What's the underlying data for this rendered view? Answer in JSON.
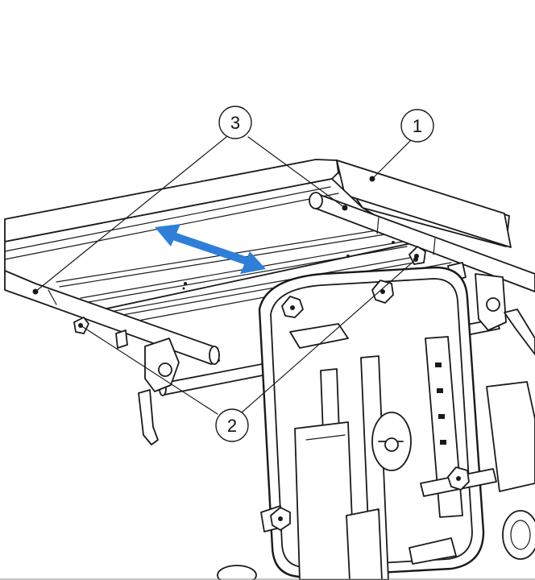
{
  "callouts": [
    {
      "id": "callout-1",
      "label": "1"
    },
    {
      "id": "callout-2",
      "label": "2"
    },
    {
      "id": "callout-3",
      "label": "3"
    }
  ],
  "arrow": {
    "color": "#2f7fd8",
    "icon": "double-headed-arrow-icon"
  },
  "line_color": "#1a1a1a",
  "background": "#ffffff"
}
